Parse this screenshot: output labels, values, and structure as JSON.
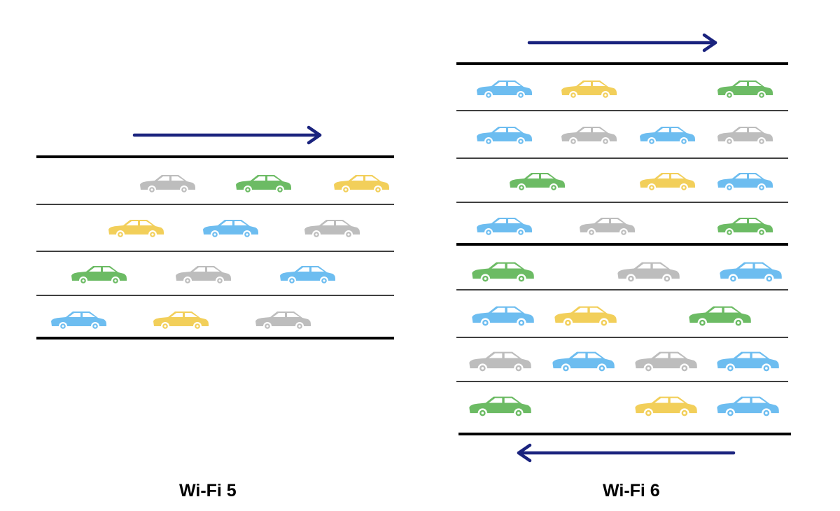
{
  "colors": {
    "blue": "#6dbdf0",
    "green": "#6cbb64",
    "yellow": "#f2cf5a",
    "gray": "#bdbdbd",
    "arrow": "#1a237e",
    "line": "#000000"
  },
  "panels": [
    {
      "caption": "Wi-Fi 5",
      "arrows": [
        "right"
      ],
      "lanes": [
        [
          "gray",
          "green",
          "yellow"
        ],
        [
          "yellow",
          "blue",
          "gray"
        ],
        [
          "green",
          "gray",
          "blue"
        ],
        [
          "blue",
          "yellow",
          "gray"
        ]
      ]
    },
    {
      "caption": "Wi-Fi 6",
      "arrows": [
        "right",
        "left"
      ],
      "lanes": [
        [
          "blue",
          "yellow",
          "green"
        ],
        [
          "blue",
          "gray",
          "blue",
          "gray"
        ],
        [
          "green",
          "yellow",
          "blue"
        ],
        [
          "blue",
          "gray",
          "green"
        ],
        [
          "green",
          "gray",
          "blue"
        ],
        [
          "blue",
          "yellow",
          "green"
        ],
        [
          "gray",
          "blue",
          "gray",
          "blue"
        ],
        [
          "green",
          "yellow",
          "blue"
        ]
      ]
    }
  ]
}
